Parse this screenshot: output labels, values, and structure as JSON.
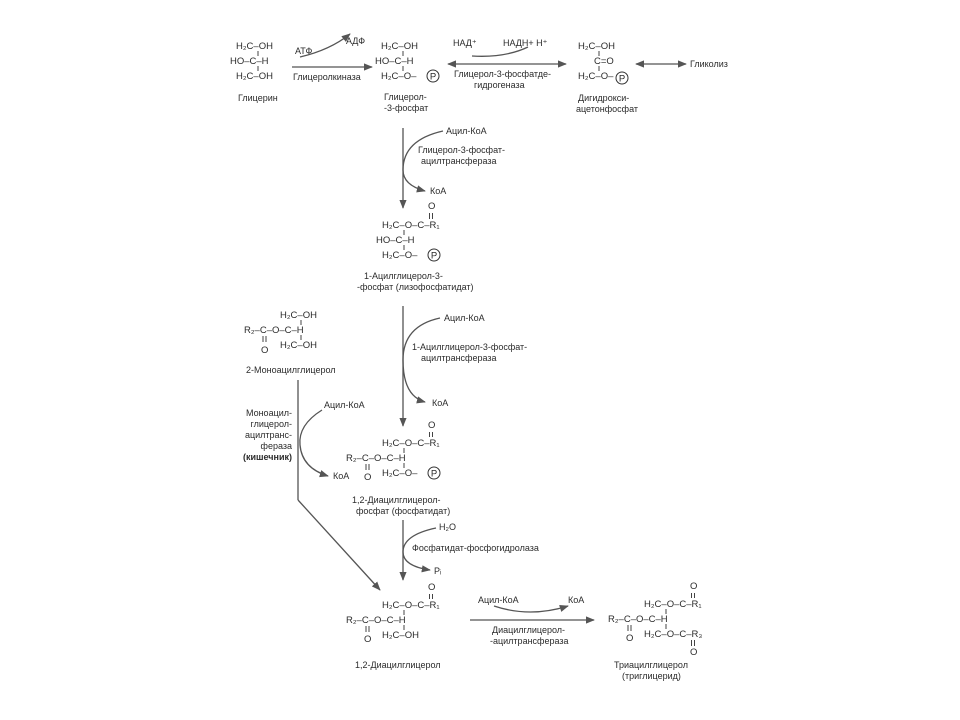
{
  "glycerol": {
    "lines": [
      "H₂C–OH",
      "HO–C–H",
      "H₂C–OH"
    ],
    "name": "Глицерин"
  },
  "step1": {
    "cofactor_in": "АТФ",
    "cofactor_out": "АДФ",
    "enzyme": "Глицеролкиназа"
  },
  "g3p": {
    "lines": [
      "H₂C–OH",
      "HO–C–H",
      "H₂C–O–"
    ],
    "p": "P",
    "name_lines": [
      "Глицерол-",
      "-3-фосфат"
    ]
  },
  "step2": {
    "cofactor_a": "НАД⁺",
    "cofactor_b": "НАДН+ Н⁺",
    "enzyme_lines": [
      "Глицерол-3-фосфатде-",
      "гидрогеназа"
    ]
  },
  "dhap": {
    "lines": [
      "H₂C–OH",
      "C=O",
      "H₂C–O–"
    ],
    "p": "P",
    "name_lines": [
      "Дигидрокси-",
      "ацетонфосфат"
    ],
    "glycolysis": "Гликолиз"
  },
  "step3": {
    "substrate": "Ацил-КоА",
    "enzyme_lines": [
      "Глицерол-3-фосфат-",
      "ацилтрансфераза"
    ],
    "product": "КоА"
  },
  "lpa": {
    "carbonyl": "O",
    "lines": [
      "H₂C–O–C–R₁",
      "HO–C–H",
      "H₂C–O–"
    ],
    "p": "P",
    "name_lines": [
      "1-Ацилглицерол-3-",
      "-фосфат (лизофосфатидат)"
    ]
  },
  "monoacyl": {
    "lines": [
      "H₂C–OH",
      "R₂–C–O–C–H",
      "H₂C–OH"
    ],
    "carbonyl": "O",
    "name": "2-Моноацилглицерол"
  },
  "step4": {
    "substrate": "Ацил-КоА",
    "enzyme_lines": [
      "1-Ацилглицерол-3-фосфат-",
      "ацилтрансфераза"
    ],
    "product": "КоА"
  },
  "step_side": {
    "substrate": "Ацил-КоА",
    "enzyme_lines": [
      "Моноацил-",
      "глицерол-",
      "ацилтранс-",
      "фераза"
    ],
    "tissue": "(кишечник)",
    "product": "КоА"
  },
  "pa": {
    "carbonyl": "O",
    "lines": [
      "H₂C–O–C–R₁",
      "R₂–C–O–C–H",
      "H₂C–O–"
    ],
    "p": "P",
    "name_lines": [
      "1,2-Диацилглицерол-",
      "фосфат (фосфатидат)"
    ]
  },
  "step5": {
    "substrate": "H₂O",
    "enzyme": "Фосфатидат-фосфогидролаза",
    "product": "Pᵢ"
  },
  "dag": {
    "carbonyl": "O",
    "lines": [
      "H₂C–O–C–R₁",
      "R₂–C–O–C–H",
      "H₂C–OH"
    ],
    "name": "1,2-Диацилглицерол"
  },
  "step6": {
    "substrate": "Ацил-КоА",
    "product": "КоА",
    "enzyme_lines": [
      "Диацилглицерол-",
      "-ацилтрансфераза"
    ]
  },
  "tag": {
    "carbonyl": "O",
    "lines": [
      "H₂C–O–C–R₁",
      "R₂–C–O–C–H",
      "H₂C–O–C–R₃"
    ],
    "name_lines": [
      "Триацилглицерол",
      "(триглицерид)"
    ]
  }
}
